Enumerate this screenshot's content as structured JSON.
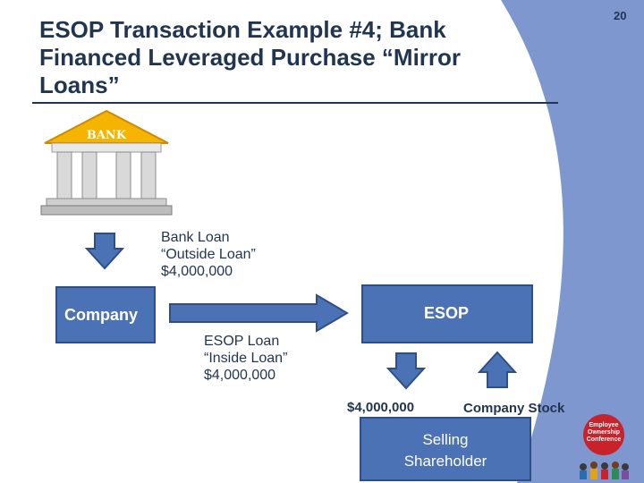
{
  "slide": {
    "title": "ESOP Transaction Example #4; Bank Financed Leveraged Purchase “Mirror Loans”",
    "page_number": "20"
  },
  "bank_icon": {
    "sign_text": "BANK"
  },
  "bank_loan": {
    "line1": "Bank Loan",
    "line2": "“Outside Loan”",
    "line3": "$4,000,000"
  },
  "company": {
    "label": "Company"
  },
  "esop": {
    "label": "ESOP"
  },
  "esop_loan": {
    "line1": "ESOP Loan",
    "line2": "“Inside Loan”",
    "line3": "$4,000,000"
  },
  "payment_amount": "$4,000,000",
  "company_stock_label": "Company Stock",
  "selling_shareholder": {
    "line1": "Selling",
    "line2": "Shareholder"
  },
  "conference_logo": {
    "line1": "Employee",
    "line2": "Ownership",
    "line3": "Conference"
  },
  "colors": {
    "accent_blue": "#4a72b5",
    "background_curve": "#7f97cf",
    "title": "#1f3550"
  }
}
